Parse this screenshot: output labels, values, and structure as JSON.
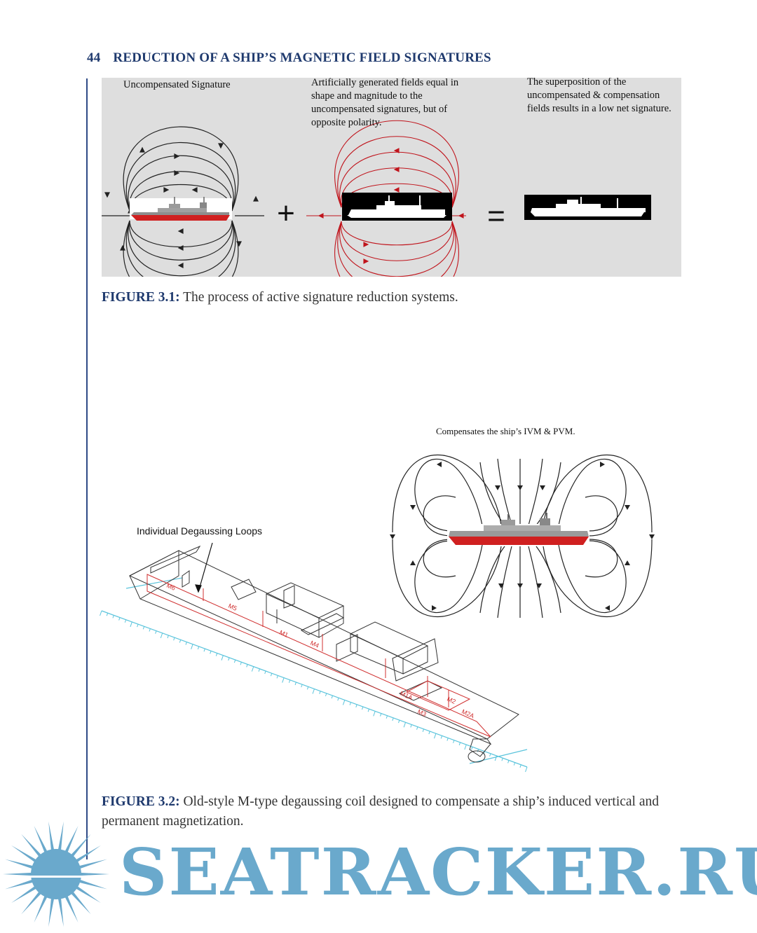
{
  "header": {
    "page_number": "44",
    "running_title": "REDUCTION OF A SHIP’S MAGNETIC FIELD SIGNATURES"
  },
  "figure1": {
    "label_uncompensated": "Uncompensated Signature",
    "label_artificial": "Artificially generated fields equal in\nshape and magnitude to the\nuncompensated signatures, but of\nopposite polarity.",
    "label_superposition": "The superposition of the\nuncompensated & compensation\nfields results in a low net signature.",
    "plus_sign": "+",
    "equals_sign": "=",
    "caption_label": "FIGURE 3.1:",
    "caption_text": " The process of active signature reduction systems.",
    "colors": {
      "uncompensated_field": "#222222",
      "compensation_field": "#c0141c",
      "hull_red": "#d02020",
      "panel_bg": "#dedede"
    }
  },
  "figure2": {
    "label_compensates": "Compensates the ship’s IVM & PVM.",
    "label_loops": "Individual Degaussing Loops",
    "coil_labels": [
      "M6",
      "M5",
      "M1",
      "M4",
      "M3",
      "M2",
      "M2A",
      "M1A"
    ],
    "caption_label": "FIGURE 3.2:",
    "caption_text": " Old-style M-type degaussing coil designed to compensate a ship’s induced vertical and permanent magnetization.",
    "colors": {
      "coil": "#d03030",
      "grid": "#5bc4dc",
      "outline": "#333333"
    }
  },
  "watermark": {
    "text": "SEATRACKER.RU",
    "logo": "sun-burst-logo",
    "color": "#6aa9cc"
  }
}
